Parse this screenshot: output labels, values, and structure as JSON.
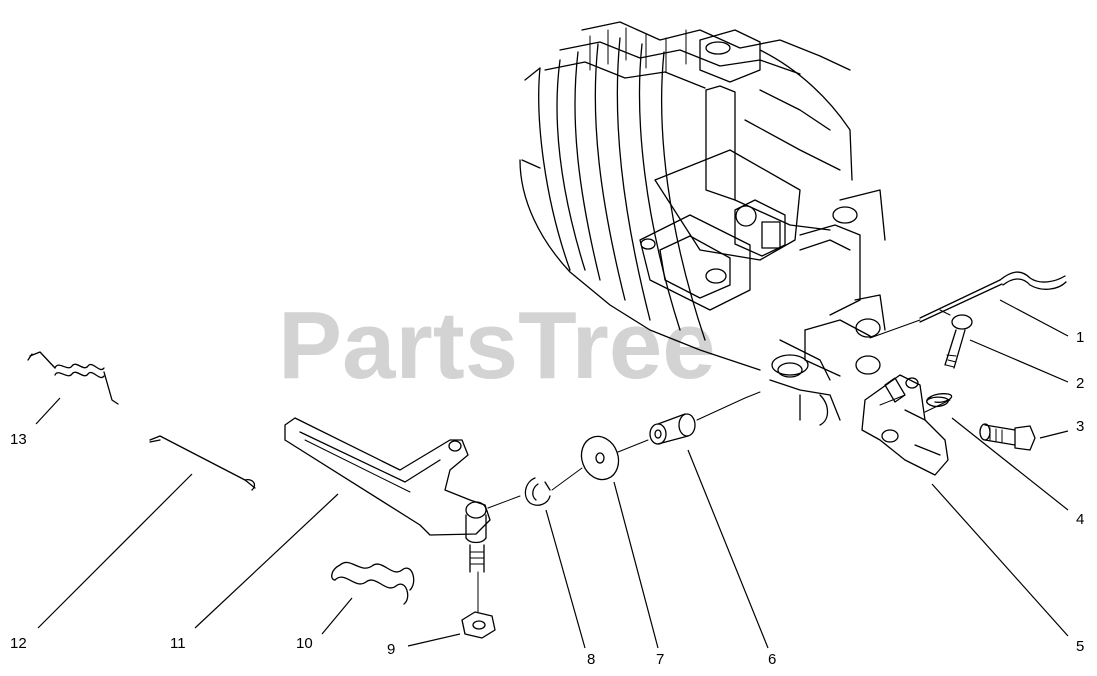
{
  "watermark": "PartsTree",
  "callouts": [
    {
      "id": "1",
      "label": "1",
      "part": "throttle-cable"
    },
    {
      "id": "2",
      "label": "2",
      "part": "screw"
    },
    {
      "id": "3",
      "label": "3",
      "part": "bolt"
    },
    {
      "id": "4",
      "label": "4",
      "part": "spring"
    },
    {
      "id": "5",
      "label": "5",
      "part": "control-bracket"
    },
    {
      "id": "6",
      "label": "6",
      "part": "spacer"
    },
    {
      "id": "7",
      "label": "7",
      "part": "washer"
    },
    {
      "id": "8",
      "label": "8",
      "part": "e-ring"
    },
    {
      "id": "9",
      "label": "9",
      "part": "nut"
    },
    {
      "id": "10",
      "label": "10",
      "part": "compression-spring"
    },
    {
      "id": "11",
      "label": "11",
      "part": "governor-lever"
    },
    {
      "id": "12",
      "label": "12",
      "part": "governor-link"
    },
    {
      "id": "13",
      "label": "13",
      "part": "extension-spring"
    }
  ],
  "colors": {
    "line": "#000000",
    "background": "#ffffff",
    "watermark": "#cfcfcf"
  }
}
